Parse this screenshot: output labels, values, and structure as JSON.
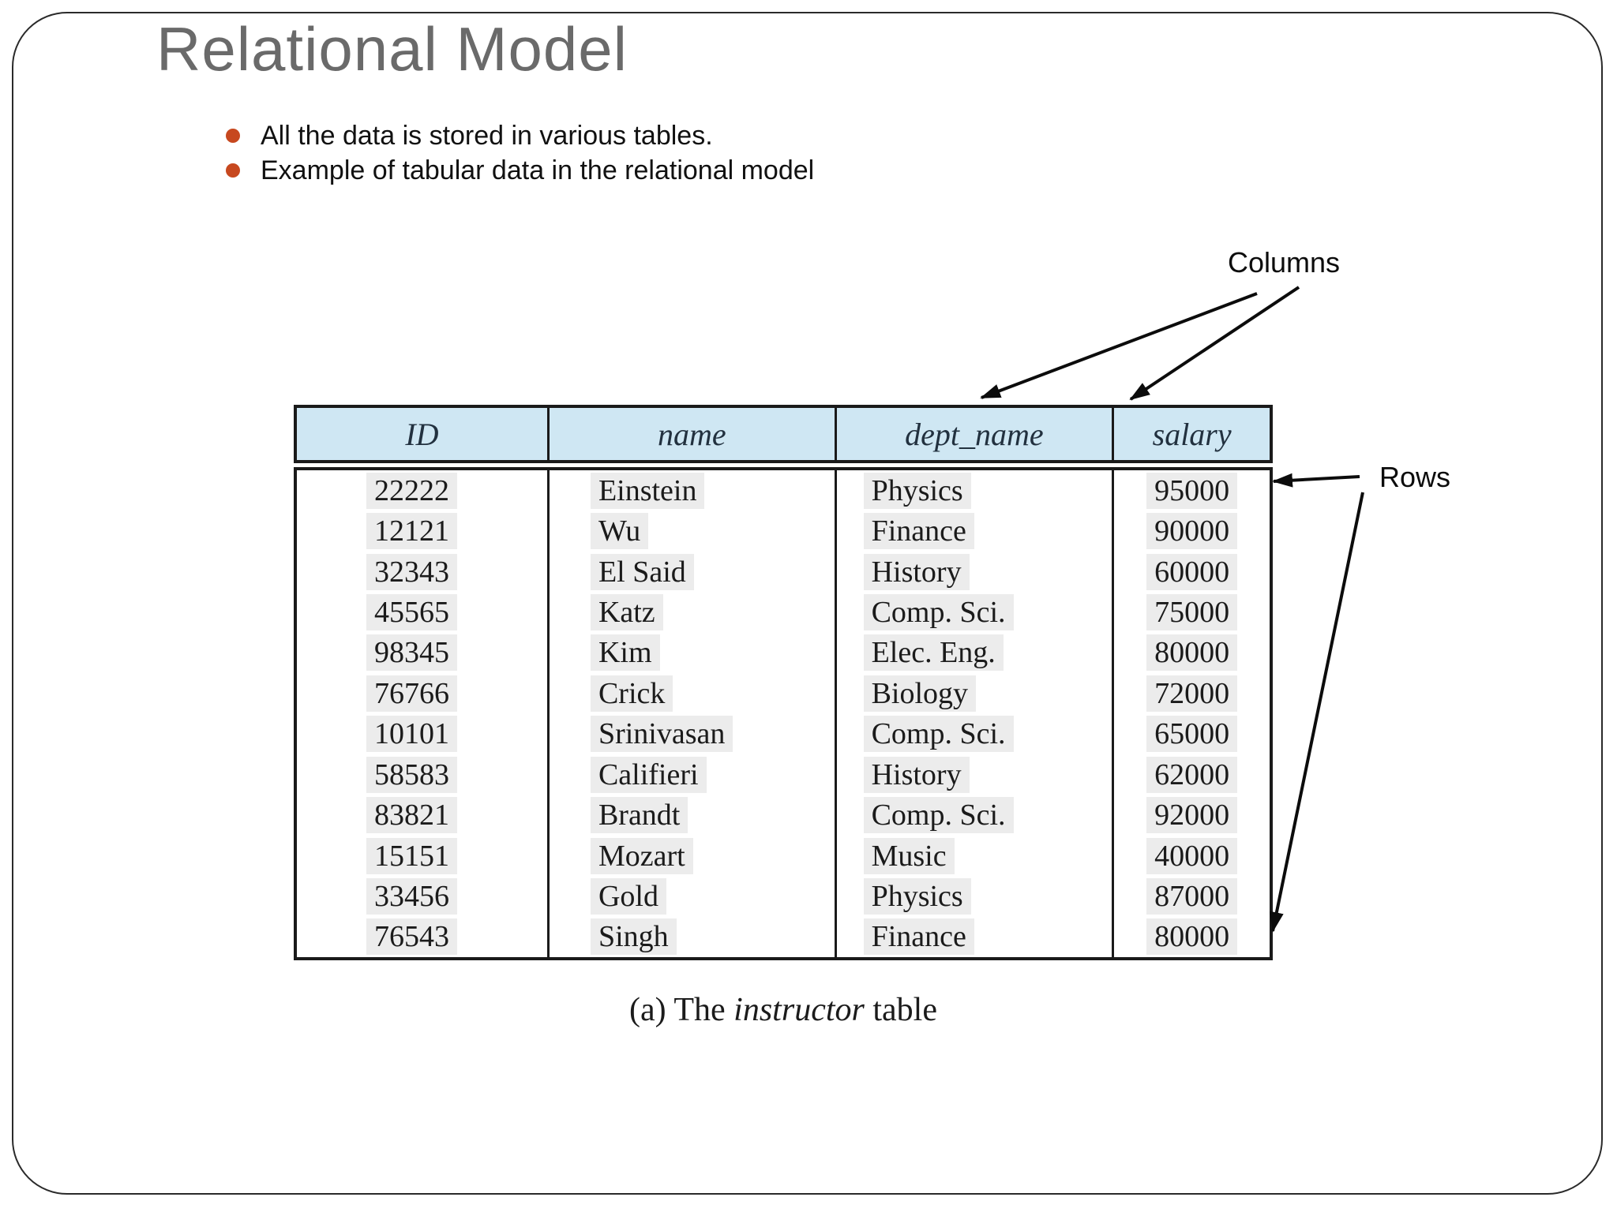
{
  "slide": {
    "title": "Relational Model",
    "bullets": [
      "All the data is stored in various tables.",
      "Example of tabular data in the relational model"
    ],
    "annotations": {
      "columns_label": "Columns",
      "rows_label": "Rows"
    },
    "caption": {
      "prefix": "(a) The ",
      "emphasis": "instructor",
      "suffix": " table"
    },
    "colors": {
      "title": "#6a6a6a",
      "bullet": "#c7481f",
      "header_bg": "#cfe7f3",
      "table_border": "#1a1a1a"
    },
    "table": {
      "columns": [
        "ID",
        "name",
        "dept_name",
        "salary"
      ],
      "rows": [
        [
          "22222",
          "Einstein",
          "Physics",
          "95000"
        ],
        [
          "12121",
          "Wu",
          "Finance",
          "90000"
        ],
        [
          "32343",
          "El Said",
          "History",
          "60000"
        ],
        [
          "45565",
          "Katz",
          "Comp. Sci.",
          "75000"
        ],
        [
          "98345",
          "Kim",
          "Elec. Eng.",
          "80000"
        ],
        [
          "76766",
          "Crick",
          "Biology",
          "72000"
        ],
        [
          "10101",
          "Srinivasan",
          "Comp. Sci.",
          "65000"
        ],
        [
          "58583",
          "Califieri",
          "History",
          "62000"
        ],
        [
          "83821",
          "Brandt",
          "Comp. Sci.",
          "92000"
        ],
        [
          "15151",
          "Mozart",
          "Music",
          "40000"
        ],
        [
          "33456",
          "Gold",
          "Physics",
          "87000"
        ],
        [
          "76543",
          "Singh",
          "Finance",
          "80000"
        ]
      ]
    }
  }
}
